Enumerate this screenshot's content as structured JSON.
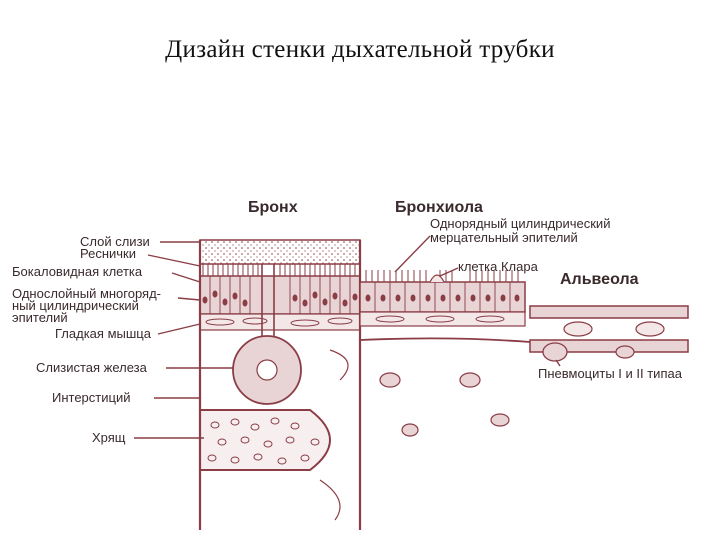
{
  "title": "Дизайн стенки дыхательной трубки",
  "headings": {
    "bronchus": "Бронх",
    "bronchiole": "Бронхиола",
    "alveolus": "Альвеола"
  },
  "labels": {
    "mucus": "Слой слизи",
    "cilia": "Реснички",
    "goblet": "Бокаловидная клетка",
    "epi1": "Однослойный многоряд-",
    "epi2": "ный цилиндрический",
    "epi3": "эпителий",
    "smooth": "Гладкая мышца",
    "gland": "Слизистая железа",
    "interstitium": "Интерстиций",
    "cartilage": "Хрящ",
    "ciliated1": "Однорядный цилиндрический",
    "ciliated2": "мерцательный эпителий",
    "clara": "клетка Клара",
    "pneumocytes": "Пневмоциты I и II типаа"
  },
  "colors": {
    "stroke": "#8a3d45",
    "fill": "#e8d3d5",
    "text": "#3a2a2c"
  }
}
